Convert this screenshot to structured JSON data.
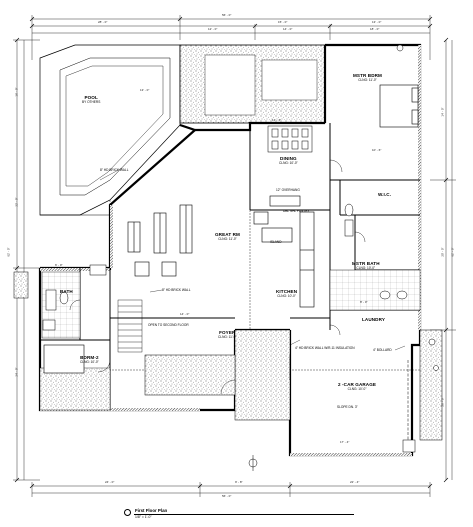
{
  "rooms": {
    "pool": {
      "name": "POOL",
      "sub": "BY OTHERS"
    },
    "mstr_bdrm": {
      "name": "MSTR BDRM",
      "sub": "CLNG: 11'-0\""
    },
    "dining": {
      "name": "DINING",
      "sub": "CLNG: 10'-0\""
    },
    "great_rm": {
      "name": "GREAT RM",
      "sub": "CLNG: 11'-0\""
    },
    "wic": {
      "name": "W.I.C."
    },
    "kitchen": {
      "name": "KITCHEN",
      "sub": "CLNG: 10'-0\""
    },
    "mstr_bath": {
      "name": "MSTR BATH",
      "sub": "CLNG: 10'-0\""
    },
    "bath": {
      "name": "BATH"
    },
    "bdrm2": {
      "name": "BDRM-2",
      "sub": "CLNG: 10'-0\""
    },
    "foyer": {
      "name": "FOYER",
      "sub": "CLNG: 11'-0\""
    },
    "laundry": {
      "name": "LAUNDRY"
    },
    "garage": {
      "name": "2 -CAR GARAGE",
      "sub": "CLNG: 10'-0\""
    },
    "island": {
      "name": "ISLAND"
    },
    "pantry": {
      "name": "DBL SHL PANTRY"
    }
  },
  "notes": {
    "brick_wall_1": "8\" HD BRICK WALL",
    "brick_wall_2": "8\" HD BRICK WALL",
    "brick_wall_3": "4\" HD BRICK WALL W/R-11 INSULATION",
    "open_below": "OPEN TO SECOND FLOOR",
    "overhang": "12\" OVERHANG",
    "slope": "SLOPE DN. 3\"",
    "bollard": "4\" BOLLARD"
  },
  "dimensions": {
    "top_total": "56' - 0\"",
    "top_left": "28' - 0\"",
    "top_mid": "15' - 0\"",
    "top_right": "13' - 0\"",
    "top_sub_a": "12' - 0\"",
    "top_sub_b": "14' - 0\"",
    "top_sub_c": "18' - 0\"",
    "bottom_total": "56' - 0\"",
    "bottom_left": "24' - 0\"",
    "bottom_mid": "9' - 8\"",
    "bottom_right": "22' - 4\"",
    "left_total": "62' - 0\"",
    "left_a": "16' - 0\"",
    "left_b": "22' - 0\"",
    "left_c": "24' - 0\"",
    "right_total": "62' - 0\"",
    "right_a": "14' - 0\"",
    "right_b": "20' - 0\"",
    "right_c": "28' - 0\"",
    "inner_1": "13' - 0\"",
    "inner_2": "10' - 6\"",
    "inner_3": "11' - 4\"",
    "inner_4": "6' - 0\"",
    "inner_5": "14' - 0\"",
    "inner_6": "17' - 4\"",
    "inner_7": "8' - 0\""
  },
  "title": {
    "name": "First Floor Plan",
    "scale": "1/8\" = 1'-0\""
  },
  "colors": {
    "line": "#000000",
    "hatch": "#555555",
    "paper": "#ffffff"
  }
}
